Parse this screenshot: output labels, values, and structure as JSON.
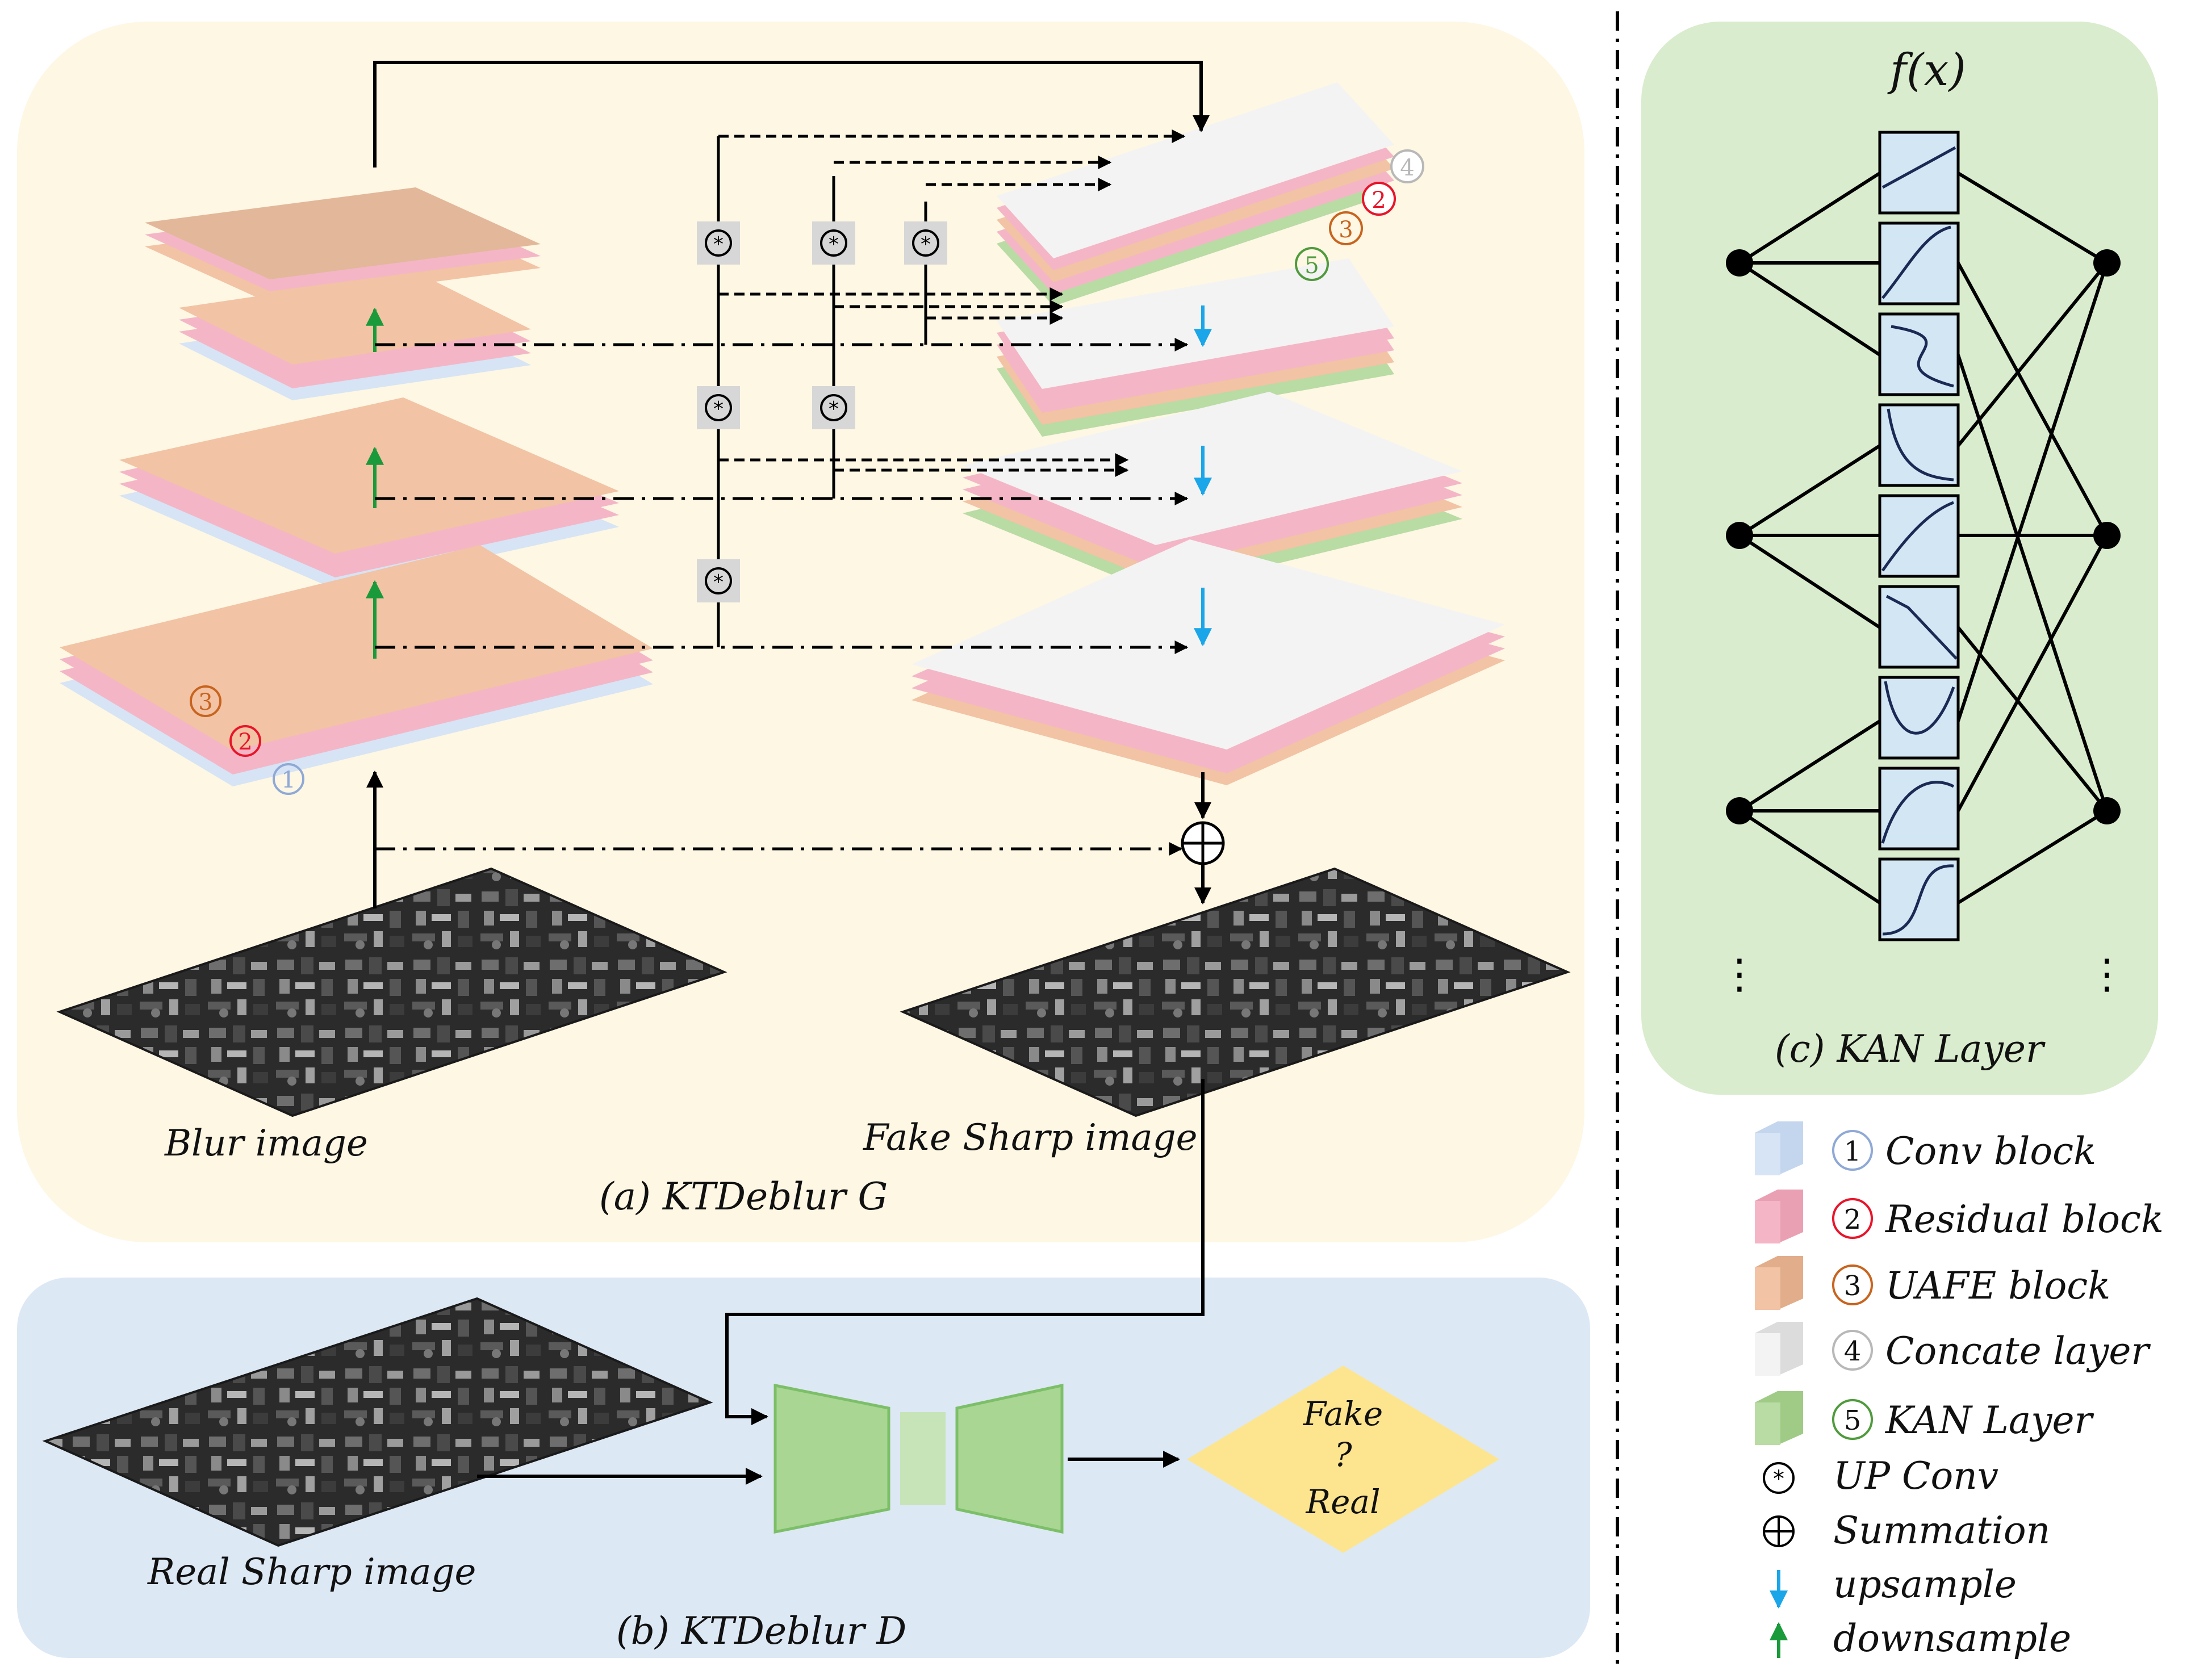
{
  "panels": {
    "generator": {
      "caption": "(a)  KTDeblur G",
      "input_label": "Blur image",
      "output_label": "Fake Sharp image"
    },
    "discriminator": {
      "caption": "(b)  KTDeblur D",
      "input_label": "Real Sharp image",
      "decision_top": "Fake",
      "decision_mid": "?",
      "decision_bottom": "Real"
    },
    "kan": {
      "caption": "(c)  KAN Layer",
      "function_label": "f(x)",
      "ellipsis": "⋮"
    }
  },
  "stack_markers": {
    "encoder": [
      "3",
      "2",
      "1"
    ],
    "decoder": [
      "4",
      "2",
      "3",
      "5"
    ]
  },
  "operators": {
    "up_conv": "*",
    "summation": "+"
  },
  "legend": [
    {
      "num": "1",
      "label": "Conv block",
      "color": "#d6e4f5",
      "numcolor": "#8fa9d6"
    },
    {
      "num": "2",
      "label": "Residual block",
      "color": "#f4b6c6",
      "numcolor": "#e8142a"
    },
    {
      "num": "3",
      "label": "UAFE block",
      "color": "#f2c3a4",
      "numcolor": "#c8641e"
    },
    {
      "num": "4",
      "label": "Concate layer",
      "color": "#f0f0f0",
      "numcolor": "#b8b8b8"
    },
    {
      "num": "5",
      "label": "KAN Layer",
      "color": "#b9dba4",
      "numcolor": "#4f9a3c"
    }
  ],
  "legend_symbols": [
    {
      "label": "UP Conv",
      "icon": "circled-asterisk"
    },
    {
      "label": "Summation",
      "icon": "circled-plus"
    },
    {
      "label": "upsample",
      "icon": "blue-down-arrow"
    },
    {
      "label": "downsample",
      "icon": "green-up-arrow"
    }
  ],
  "colors": {
    "panel_a": "#fdf7e4",
    "panel_b": "#dde8f5",
    "panel_c": "#d9eccd",
    "conv": "#d6e4f5",
    "residual": "#f4b6c6",
    "uafe": "#f2c3a4",
    "concat": "#f0f0f0",
    "kan": "#b9dba4",
    "upsample": "#1aa6e8",
    "downsample": "#1a9a3a",
    "decision": "#fde58f",
    "disc": "#a9d693"
  }
}
